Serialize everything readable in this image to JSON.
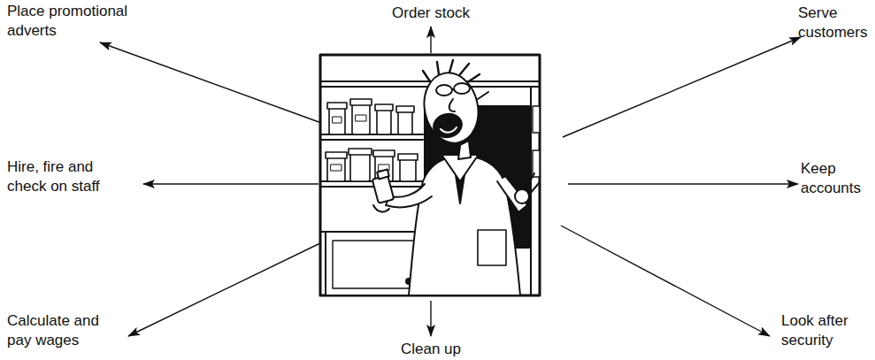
{
  "diagram": {
    "labels": [
      "Place promotional adverts",
      "Order stock",
      "Serve customers",
      "Hire, fire and check on staff",
      "Keep accounts",
      "Calculate and pay wages",
      "Clean up",
      "Look after security"
    ]
  }
}
